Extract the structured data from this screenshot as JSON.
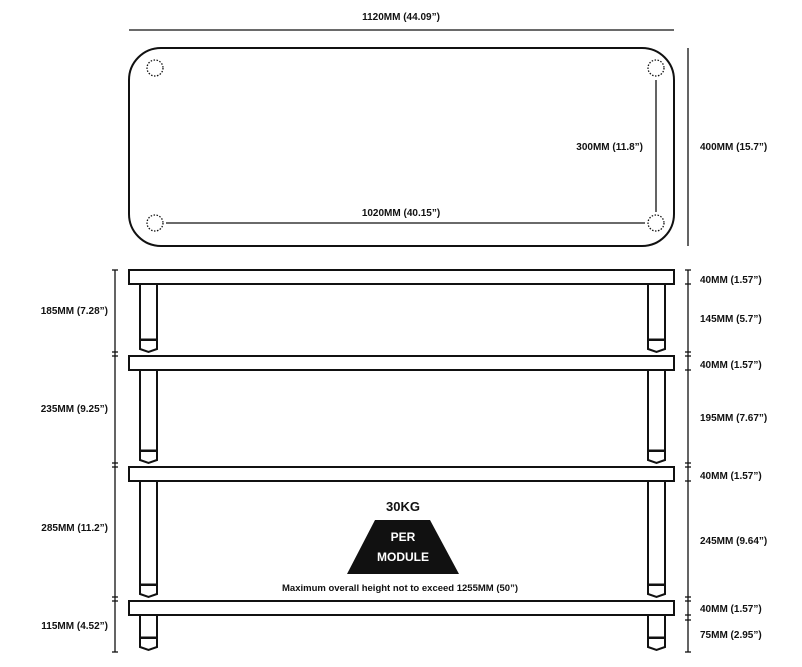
{
  "top_view": {
    "width_label": "1120MM (44.09”)",
    "depth_label": "400MM (15.7”)",
    "hole_depth_label": "300MM (11.8”)",
    "hole_width_label": "1020MM (40.15”)"
  },
  "side_view": {
    "left_labels": [
      "185MM (7.28”)",
      "235MM (9.25”)",
      "285MM (11.2”)",
      "115MM (4.52”)"
    ],
    "right_labels": [
      "40MM (1.57”)",
      "145MM (5.7”)",
      "40MM (1.57”)",
      "195MM (7.67”)",
      "40MM (1.57”)",
      "245MM (9.64”)",
      "40MM (1.57”)",
      "75MM (2.95”)"
    ]
  },
  "load": {
    "weight": "30KG",
    "line1": "PER",
    "line2": "MODULE"
  },
  "note": "Maximum overall height not to exceed 1255MM (50”)"
}
